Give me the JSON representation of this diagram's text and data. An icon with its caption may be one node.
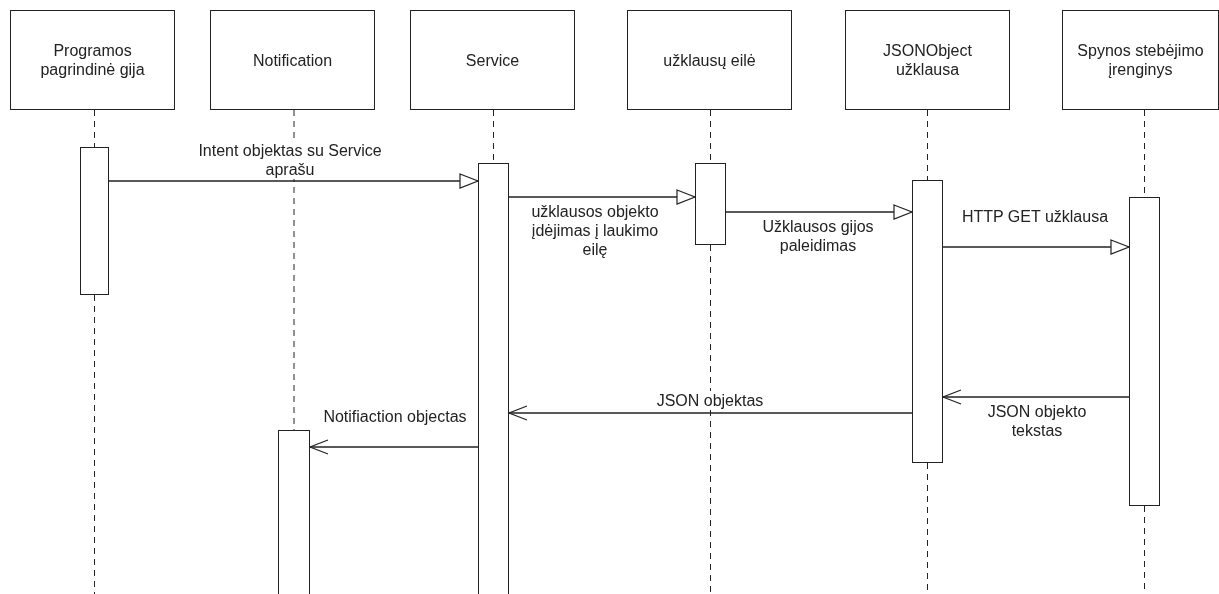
{
  "diagram": {
    "nodes": [
      {
        "text": [
          "Programos pagrindinė gija"
        ]
      },
      {
        "text": [
          "Notification"
        ]
      },
      {
        "text": [
          "Service"
        ]
      },
      {
        "text": [
          "užklausų eilė"
        ]
      },
      {
        "text": [
          "JSONObject užklausa"
        ]
      },
      {
        "text": [
          "Spynos stebėjimo įrenginys"
        ]
      },
      {
        "text": [],
        "shape": "bar"
      },
      {
        "text": [],
        "shape": "bar"
      },
      {
        "text": [],
        "shape": "bar"
      },
      {
        "text": [],
        "shape": "bar"
      },
      {
        "text": [],
        "shape": "bar"
      },
      {
        "text": [],
        "shape": "bar"
      }
    ],
    "edges": [
      {
        "from": 6,
        "to": 8,
        "arrow": "to",
        "label": "Intent objektas su Service aprašu"
      },
      {
        "from": 8,
        "to": 9,
        "arrow": "to",
        "label": "užklausos objekto įdėjimas į laukimo eilę"
      },
      {
        "from": 9,
        "to": 10,
        "arrow": "to",
        "label": "Užklausos gijos paleidimas"
      },
      {
        "from": 10,
        "to": 11,
        "arrow": "to",
        "label": "HTTP GET užklausa"
      },
      {
        "from": 11,
        "to": 10,
        "arrow": "to",
        "label": "JSON objekto tekstas"
      },
      {
        "from": 10,
        "to": 8,
        "arrow": "to",
        "label": "JSON objektas"
      },
      {
        "from": 8,
        "to": 7,
        "arrow": "to",
        "label": "Notifiaction objectas"
      },
      {
        "from": 0,
        "to": 6,
        "arrow": "none",
        "style": "dashed"
      },
      {
        "from": 1,
        "to": 7,
        "arrow": "none",
        "style": "dashed"
      },
      {
        "from": 2,
        "to": 8,
        "arrow": "none",
        "style": "dashed"
      },
      {
        "from": 3,
        "to": 9,
        "arrow": "none",
        "style": "dashed"
      },
      {
        "from": 4,
        "to": 10,
        "arrow": "none",
        "style": "dashed"
      },
      {
        "from": 5,
        "to": 11,
        "arrow": "none",
        "style": "dashed"
      }
    ]
  }
}
